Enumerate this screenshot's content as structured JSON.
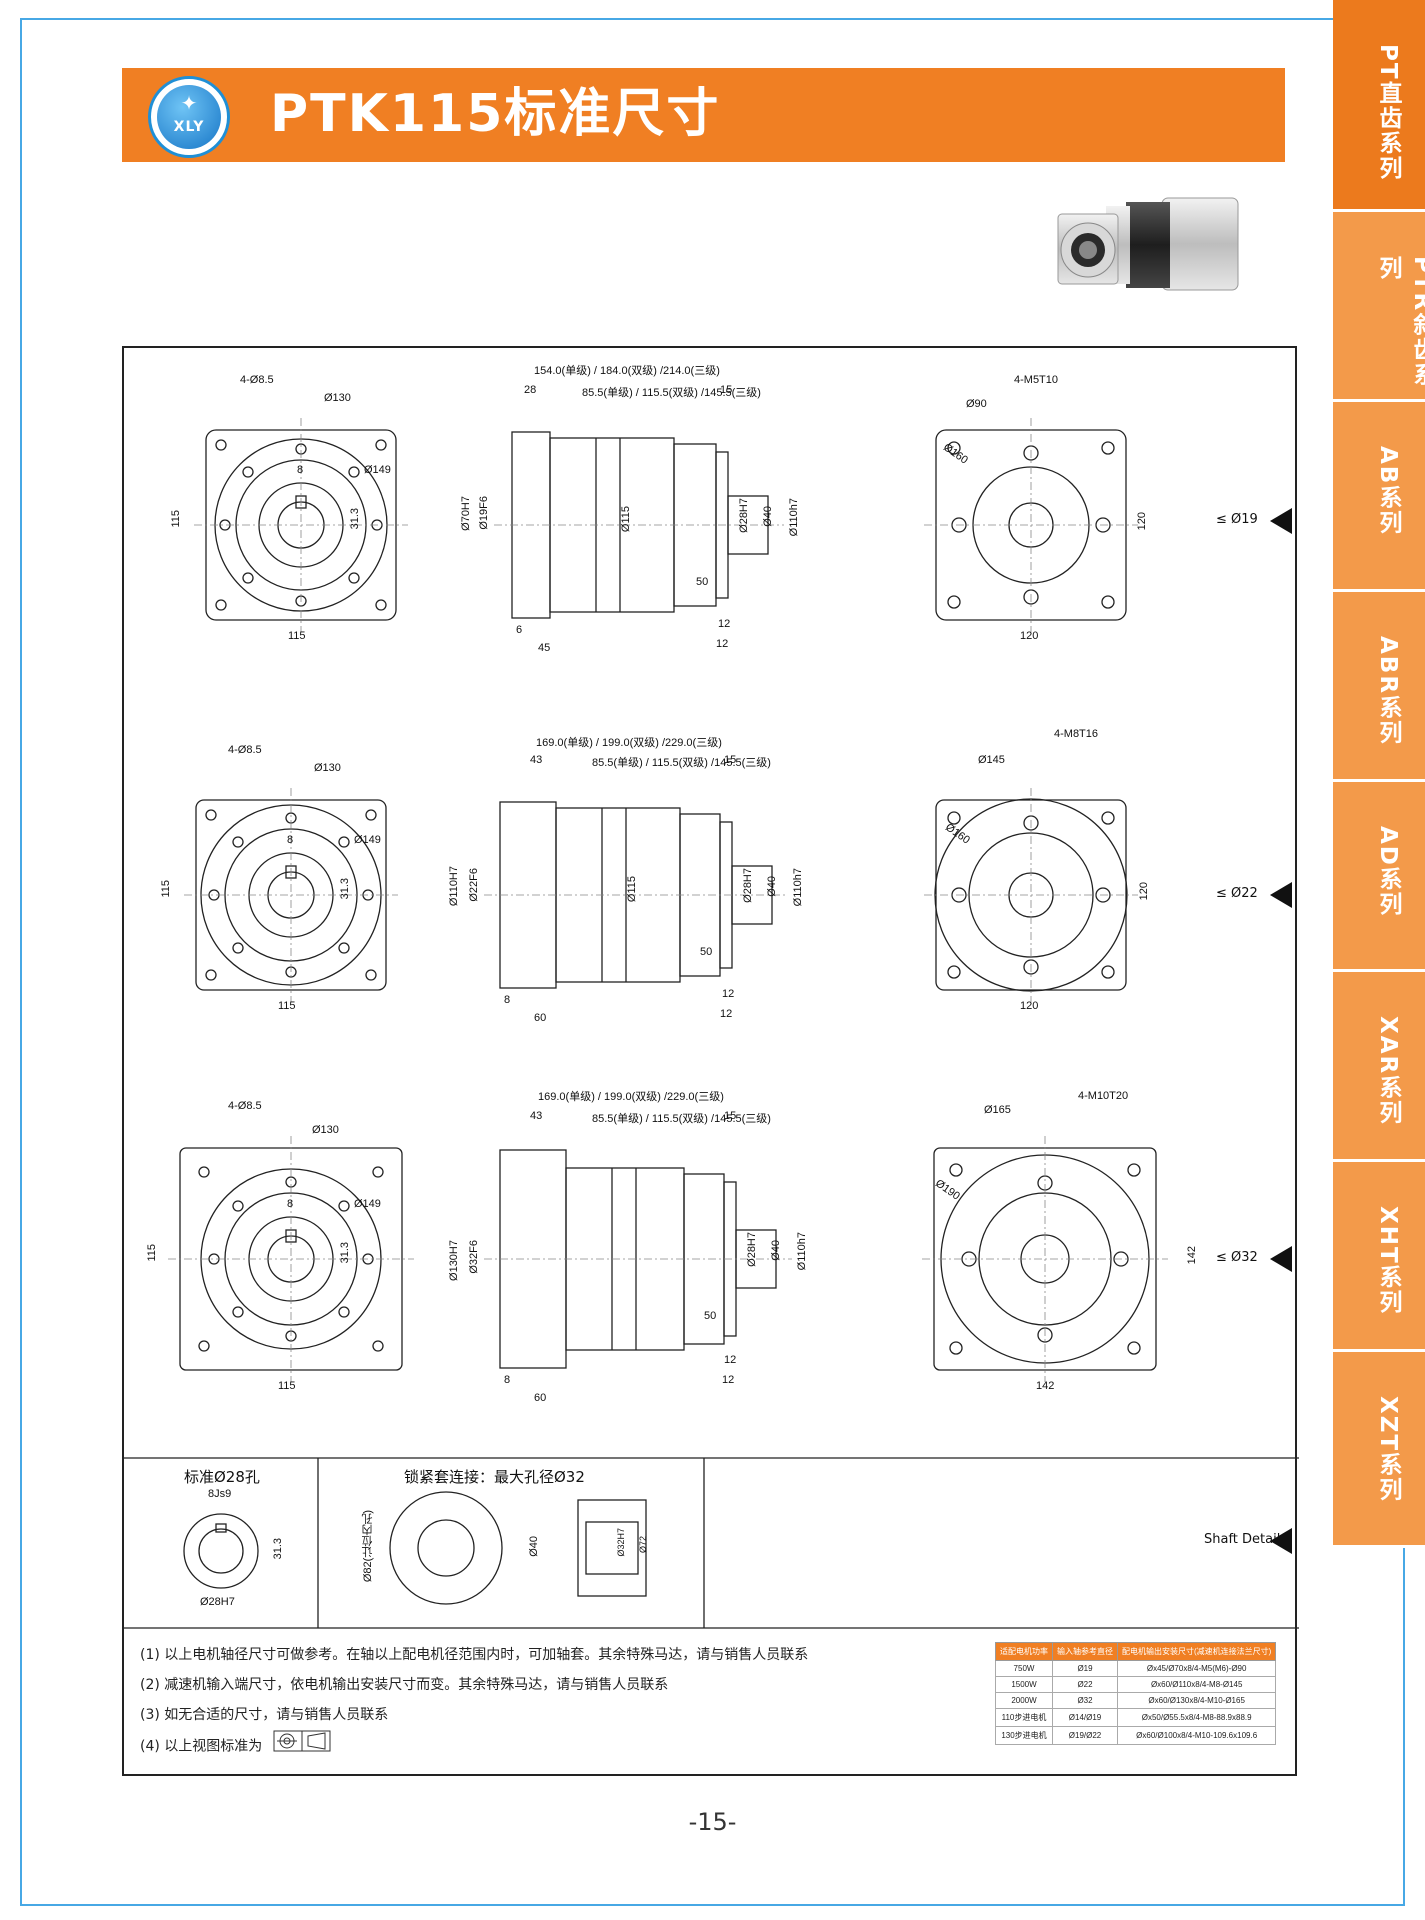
{
  "header": {
    "title": "PTK115标准尺寸",
    "logo_text": "XLY"
  },
  "side_tabs": [
    "PT直齿系列",
    "PTR斜齿系列",
    "AB系列",
    "ABR系列",
    "AD系列",
    "XAR系列",
    "XHT系列",
    "XZT系列"
  ],
  "active_tab": 0,
  "drawing": {
    "row1": {
      "front": {
        "holes": "4-Ø8.5",
        "pcd": "Ø130",
        "diag": "Ø149",
        "keyway": "8",
        "key_height": "31.3",
        "height": "115",
        "width": "115"
      },
      "side": {
        "total_length": "154.0",
        "total_single": "(单级)",
        "total_double": "184.0",
        "total_double_tag": "(双级)",
        "total_triple": "214.0",
        "total_triple_tag": "(三级)",
        "flange_len": "28",
        "body_single": "85.5",
        "body_double": "115.5",
        "body_triple": "145.5",
        "shaft_len": "15",
        "pilot": "Ø70H7",
        "input_bore": "Ø19F6",
        "body_dia": "Ø115",
        "out_bore": "Ø28H7",
        "out_dia1": "Ø40",
        "out_dia2": "Ø110h7",
        "dim_6": "6",
        "dim_45": "45",
        "dim_50": "50",
        "dim_12a": "12",
        "dim_12b": "12"
      },
      "rear": {
        "threads": "4-M5T10",
        "boss": "Ø90",
        "pcd": "Ø160",
        "height": "120",
        "width": "120"
      },
      "mark": "≤ Ø19"
    },
    "row2": {
      "front": {
        "holes": "4-Ø8.5",
        "pcd": "Ø130",
        "diag": "Ø149",
        "keyway": "8",
        "key_height": "31.3",
        "height": "115",
        "width": "115"
      },
      "side": {
        "total_length": "169.0",
        "total_double": "199.0",
        "total_triple": "229.0",
        "flange_len": "43",
        "body_single": "85.5",
        "body_double": "115.5",
        "body_triple": "145.5",
        "shaft_len": "15",
        "pilot": "Ø110H7",
        "input_bore": "Ø22F6",
        "body_dia": "Ø115",
        "out_bore": "Ø28H7",
        "out_dia1": "Ø40",
        "out_dia2": "Ø110h7",
        "dim_8": "8",
        "dim_60": "60",
        "dim_50": "50",
        "dim_12a": "12",
        "dim_12b": "12"
      },
      "rear": {
        "threads": "4-M8T16",
        "boss": "Ø145",
        "pcd": "Ø160",
        "height": "120",
        "width": "120"
      },
      "mark": "≤ Ø22"
    },
    "row3": {
      "front": {
        "holes": "4-Ø8.5",
        "pcd": "Ø130",
        "diag": "Ø149",
        "keyway": "8",
        "key_height": "31.3",
        "height": "115",
        "width": "115"
      },
      "side": {
        "total_length": "169.0",
        "total_double": "199.0",
        "total_triple": "229.0",
        "flange_len": "43",
        "body_single": "85.5",
        "body_double": "115.5",
        "body_triple": "145.5",
        "shaft_len": "15",
        "pilot": "Ø130H7",
        "input_bore": "Ø32F6",
        "out_bore": "Ø28H7",
        "out_dia1": "Ø40",
        "out_dia2": "Ø110h7",
        "dim_8": "8",
        "dim_60": "60",
        "dim_50": "50",
        "dim_12a": "12",
        "dim_12b": "12"
      },
      "rear": {
        "threads": "4-M10T20",
        "boss": "Ø165",
        "pcd": "Ø190",
        "height": "142",
        "width": "142"
      },
      "mark": "≤ Ø32"
    },
    "shaft": {
      "std_title": "标准Ø28孔",
      "key": "8Js9",
      "key_h": "31.3",
      "bore": "Ø28H7",
      "lock_title": "锁紧套连接：最大孔径Ø32",
      "lock_dia": "Ø82(让位内孔)",
      "lock_40": "Ø40",
      "lock_32": "Ø32H7",
      "lock_72": "Ø72",
      "mark": "Shaft Detail"
    }
  },
  "notes": [
    "(1) 以上电机轴径尺寸可做参考。在轴以上配电机径范围内时，可加轴套。其余特殊马达，请与销售人员联系",
    "(2) 减速机输入端尺寸，依电机输出安装尺寸而变。其余特殊马达，请与销售人员联系",
    "(3) 如无合适的尺寸，请与销售人员联系",
    "(4) 以上视图标准为"
  ],
  "spec_table": {
    "headers": [
      "适配电机功率",
      "输入轴参考直径",
      "配电机输出安装尺寸(减速机连接法兰尺寸)"
    ],
    "rows": [
      [
        "750W",
        "Ø19",
        "Øx45/Ø70x8/4-M5(M6)-Ø90"
      ],
      [
        "1500W",
        "Ø22",
        "Øx60/Ø110x8/4-M8-Ø145"
      ],
      [
        "2000W",
        "Ø32",
        "Øx60/Ø130x8/4-M10-Ø165"
      ],
      [
        "110步进电机",
        "Ø14/Ø19",
        "Øx50/Ø55.5x8/4-M8-88.9x88.9"
      ],
      [
        "130步进电机",
        "Ø19/Ø22",
        "Øx60/Ø100x8/4-M10-109.6x109.6"
      ]
    ]
  },
  "page_number": "-15-",
  "colors": {
    "accent": "#f07f23",
    "frame": "#47a8e5",
    "tab": "#f39a4a"
  }
}
